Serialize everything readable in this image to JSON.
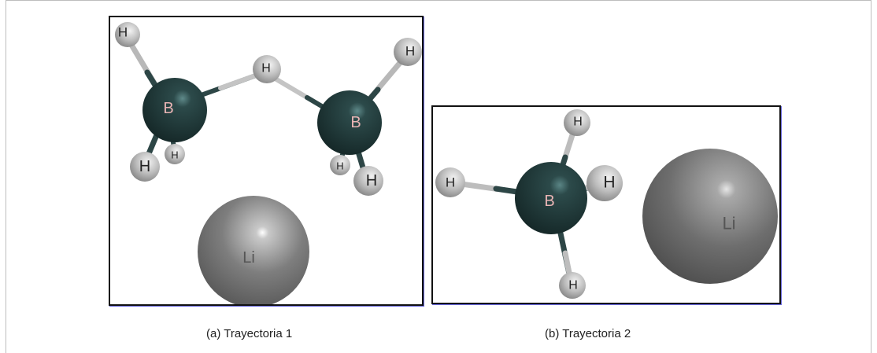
{
  "figure": {
    "panels": [
      {
        "id": "a",
        "caption": "(a) Trayectoria 1",
        "atoms": {
          "boron_1": "B",
          "boron_2": "B",
          "lithium": "Li",
          "hydrogen": "H"
        }
      },
      {
        "id": "b",
        "caption": "(b) Trayectoria 2",
        "atoms": {
          "boron": "B",
          "lithium": "Li",
          "hydrogen": "H"
        }
      }
    ]
  },
  "colors": {
    "boron": "#1e3a3a",
    "hydrogen": "#b8b8b8",
    "lithium": "#7a7a7a",
    "boron_label": "#e8b4b4",
    "lithium_label": "#555555",
    "frame": "#111111",
    "frame_shadow": "#6a6ae0"
  }
}
